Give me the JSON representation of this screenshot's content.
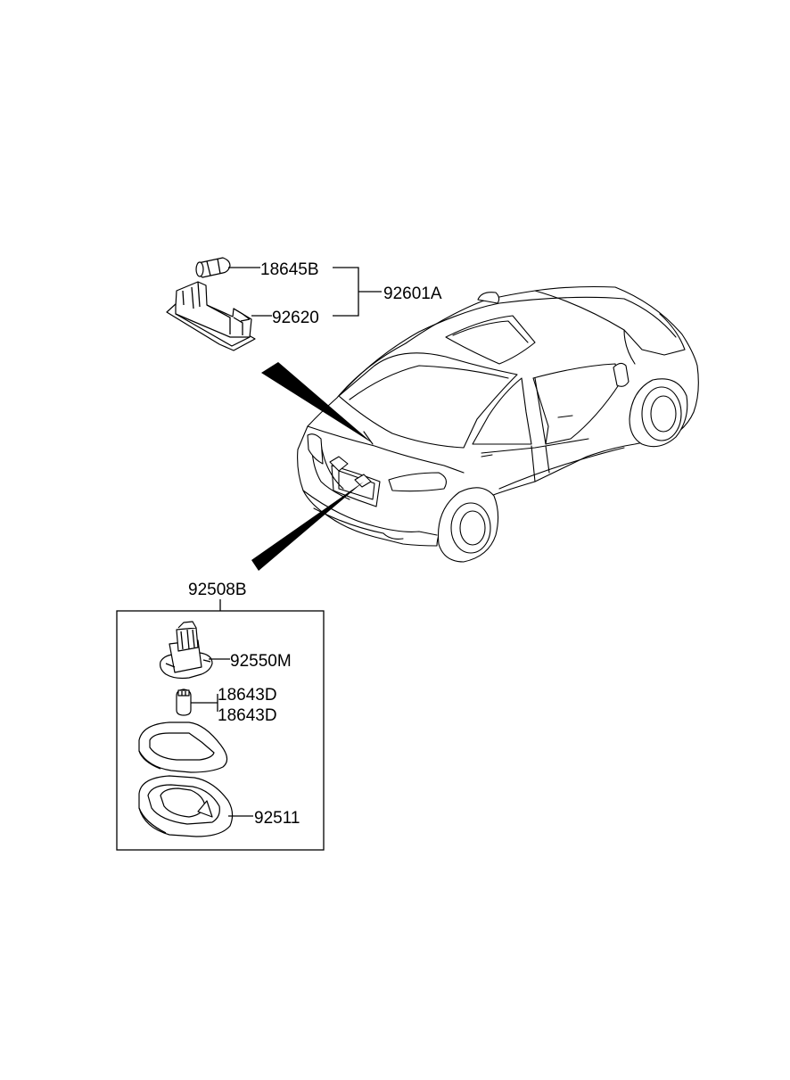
{
  "labels": {
    "bulb_top": "18645B",
    "lamp_housing": "92620",
    "assembly_top": "92601A",
    "assembly_bottom": "92508B",
    "socket": "92550M",
    "bulb_1": "18643D",
    "bulb_2": "18643D",
    "lens_housing": "92511"
  },
  "colors": {
    "line": "#000000",
    "background": "#ffffff"
  }
}
